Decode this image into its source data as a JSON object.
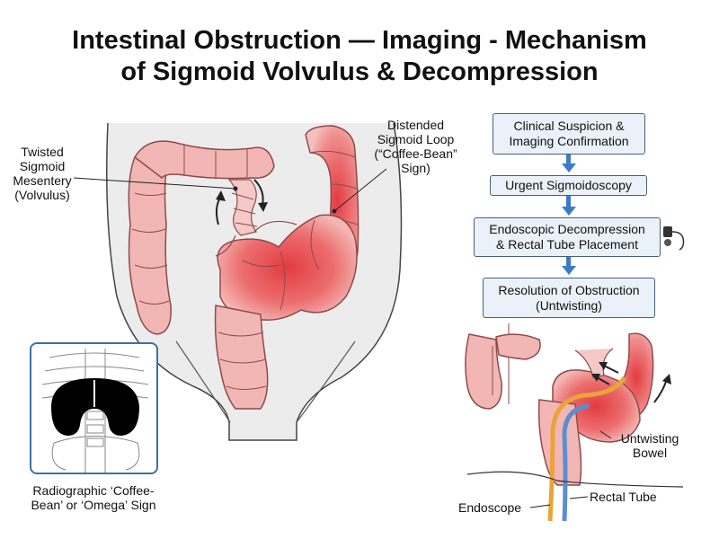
{
  "title_line1": "Intestinal Obstruction — Imaging - Mechanism",
  "title_line2": "of Sigmoid Volvulus & Decompression",
  "labels": {
    "twisted_mesentery": [
      "Twisted",
      "Sigmoid",
      "Mesentery",
      "(Volvulus)"
    ],
    "distended_loop": [
      "Distended",
      "Sigmoid Loop",
      "(“Coffee-Bean”",
      "Sign)"
    ],
    "radiographic": [
      "Radiographic ‘Coffee-",
      "Bean’ or ‘Omega’ Sign"
    ],
    "untwisting": [
      "Untwisting",
      "Bowel"
    ],
    "rectal_tube": "Rectal Tube",
    "endoscope": "Endoscope"
  },
  "flow_steps": [
    [
      "Clinical Suspicion &",
      "Imaging Confirmation"
    ],
    [
      "Urgent Sigmoidoscopy"
    ],
    [
      "Endoscopic Decompression",
      "& Rectal Tube Placement"
    ],
    [
      "Resolution of Obstruction",
      "(Untwisting)"
    ]
  ],
  "colors": {
    "bowel": "#f2b7b5",
    "bowel_outline": "#8e4a4a",
    "distended": "#e8494c",
    "flow_arrow": "#3a7cc4",
    "box_border": "#46607c",
    "box_fill": "#eaf1f8",
    "endoscope": "#e9a43a",
    "rectal_tube": "#5b8fd1"
  },
  "icons": [
    "rotation-arrow-icon",
    "endoscope-device-icon"
  ]
}
